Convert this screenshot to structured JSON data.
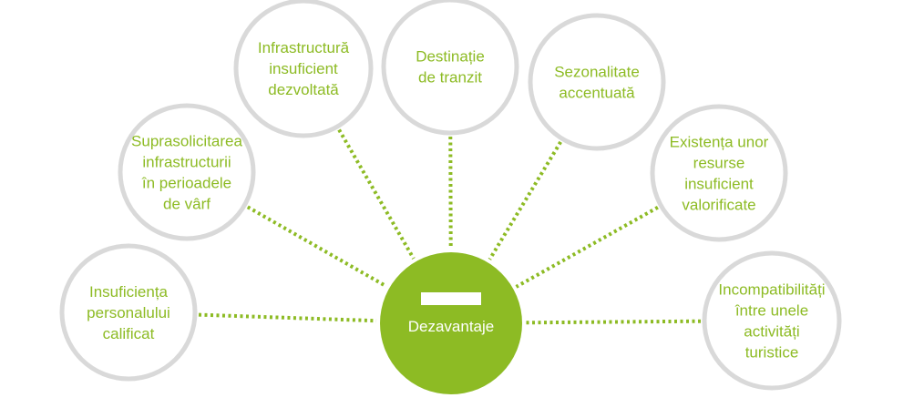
{
  "colors": {
    "accent": "#8dbb24",
    "node_stroke": "#d9d9d9",
    "node_fill": "#ffffff",
    "label_text": "#8dbb24",
    "center_text": "#ffffff"
  },
  "center": {
    "label": "Dezavantaje",
    "icon": "minus-icon"
  },
  "nodes": [
    {
      "id": "insuficienta-personalului",
      "lines": [
        "Insuficiența",
        "personalului",
        "calificat"
      ]
    },
    {
      "id": "suprasolicitarea-infrastructurii",
      "lines": [
        "Suprasolicitarea",
        "infrastructurii",
        "în perioadele",
        "de vârf"
      ]
    },
    {
      "id": "infrastructura-insuficient",
      "lines": [
        "Infrastructură",
        "insuficient",
        "dezvoltată"
      ]
    },
    {
      "id": "destinatie-tranzit",
      "lines": [
        "Destinație",
        "de tranzit"
      ]
    },
    {
      "id": "sezonalitate-accentuata",
      "lines": [
        "Sezonalitate",
        "accentuată"
      ]
    },
    {
      "id": "resurse-insuficient-valorificate",
      "lines": [
        "Existența unor",
        "resurse",
        "insuficient",
        "valorificate"
      ]
    },
    {
      "id": "incompatibilitati-activitati",
      "lines": [
        "Incompatibilități",
        "între unele",
        "activități",
        "turistice"
      ]
    }
  ]
}
